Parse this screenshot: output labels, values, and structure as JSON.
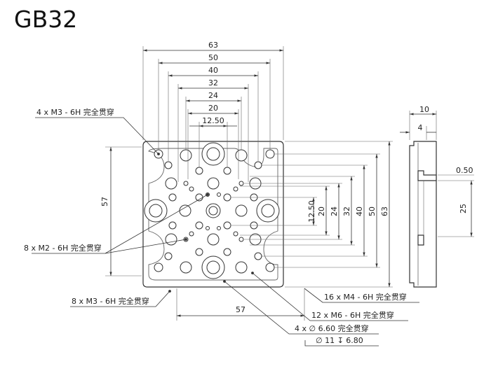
{
  "title": "GB32",
  "top_dims": [
    "63",
    "50",
    "40",
    "32",
    "24",
    "20",
    "12.50"
  ],
  "right_dims": [
    "12.50",
    "20",
    "24",
    "32",
    "40",
    "50",
    "63"
  ],
  "left_dim": "57",
  "bottom_dim": "57",
  "side_view": {
    "width_total": "10",
    "width_step": "4",
    "offset": "0.50",
    "height": "25"
  },
  "callouts": {
    "m3_top": "4 x  M3 - 6H 完全贯穿",
    "m2": "8 x  M2 - 6H 完全贯穿",
    "m3_bottom": "8 x  M3 - 6H 完全贯穿",
    "m4": "16 x  M4 - 6H 完全贯穿",
    "m6": "12 x  M6 - 6H 完全贯穿",
    "counterbore_1": "4 x  ∅  6.60 完全贯穿",
    "counterbore_2": "∅  11  ↧  6.80"
  }
}
